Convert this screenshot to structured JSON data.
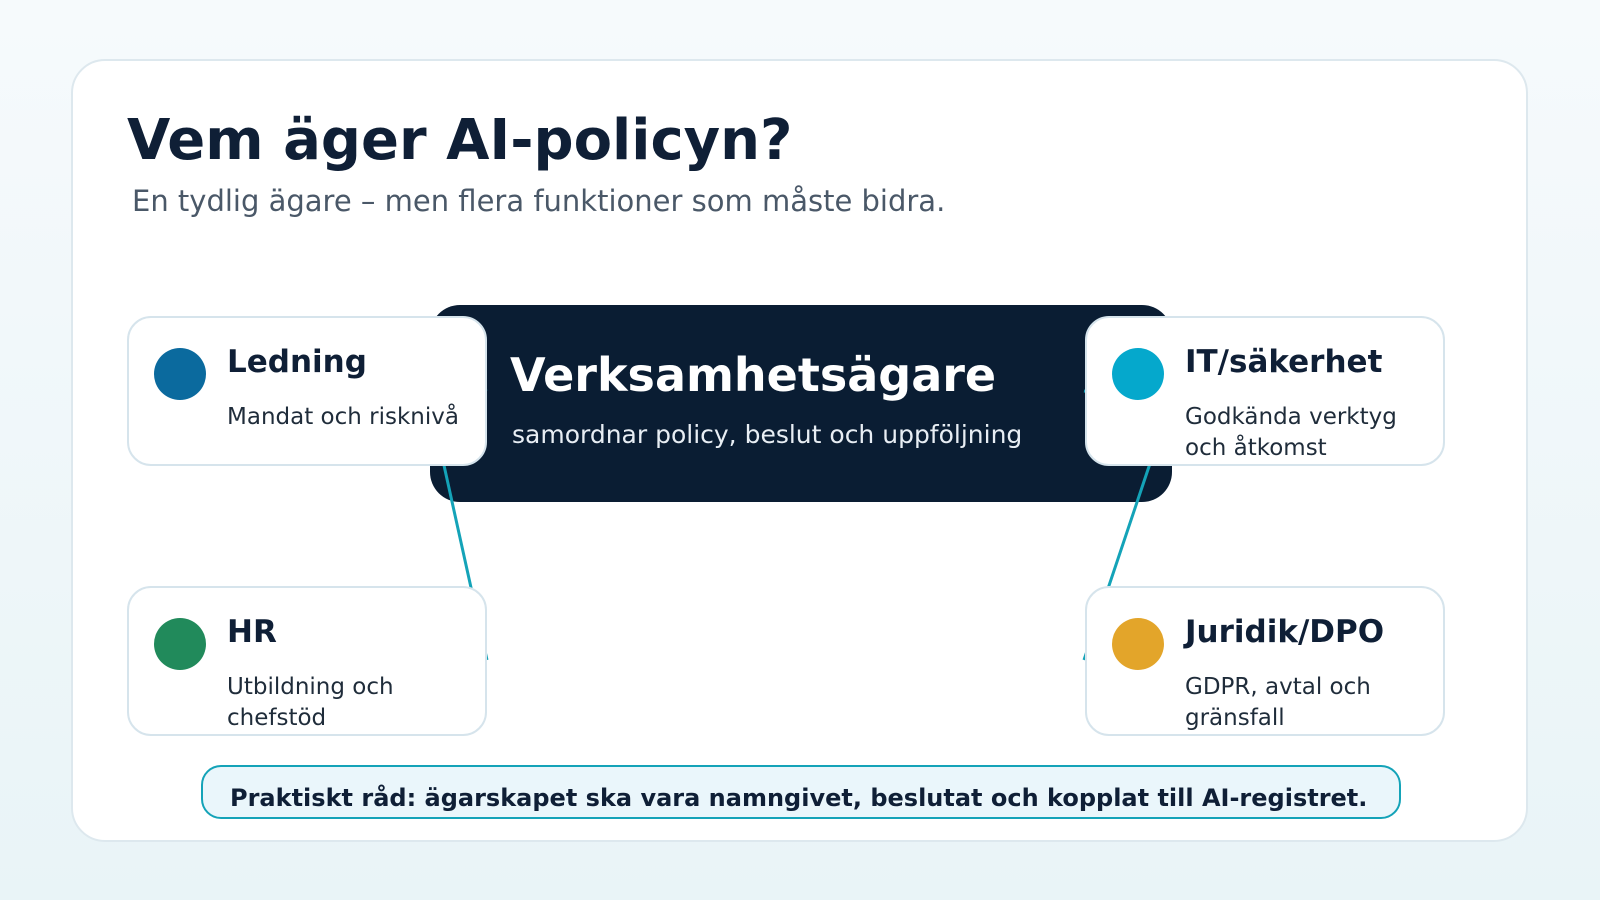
{
  "header": {
    "title": "Vem äger AI-policyn?",
    "subtitle": "En tydlig ägare – men flera funktioner som måste bidra."
  },
  "center": {
    "title": "Verksamhetsägare",
    "subtitle": "samordnar policy, beslut och uppföljning"
  },
  "roles": [
    {
      "title": "Ledning",
      "description": "Mandat och risknivå",
      "color": "#0b6a9e"
    },
    {
      "title": "IT/säkerhet",
      "description": "Godkända verktyg och åtkomst",
      "color": "#05a8cc"
    },
    {
      "title": "HR",
      "description": "Utbildning och chefstöd",
      "color": "#218a5b"
    },
    {
      "title": "Juridik/DPO",
      "description": "GDPR, avtal och gränsfall",
      "color": "#e3a52a"
    }
  ],
  "tip": {
    "text": "Praktiskt råd: ägarskapet ska vara namngivet, beslutat och kopplat till AI-registret."
  },
  "colors": {
    "navy": "#0a1d33",
    "connector": "#14a3b8"
  }
}
